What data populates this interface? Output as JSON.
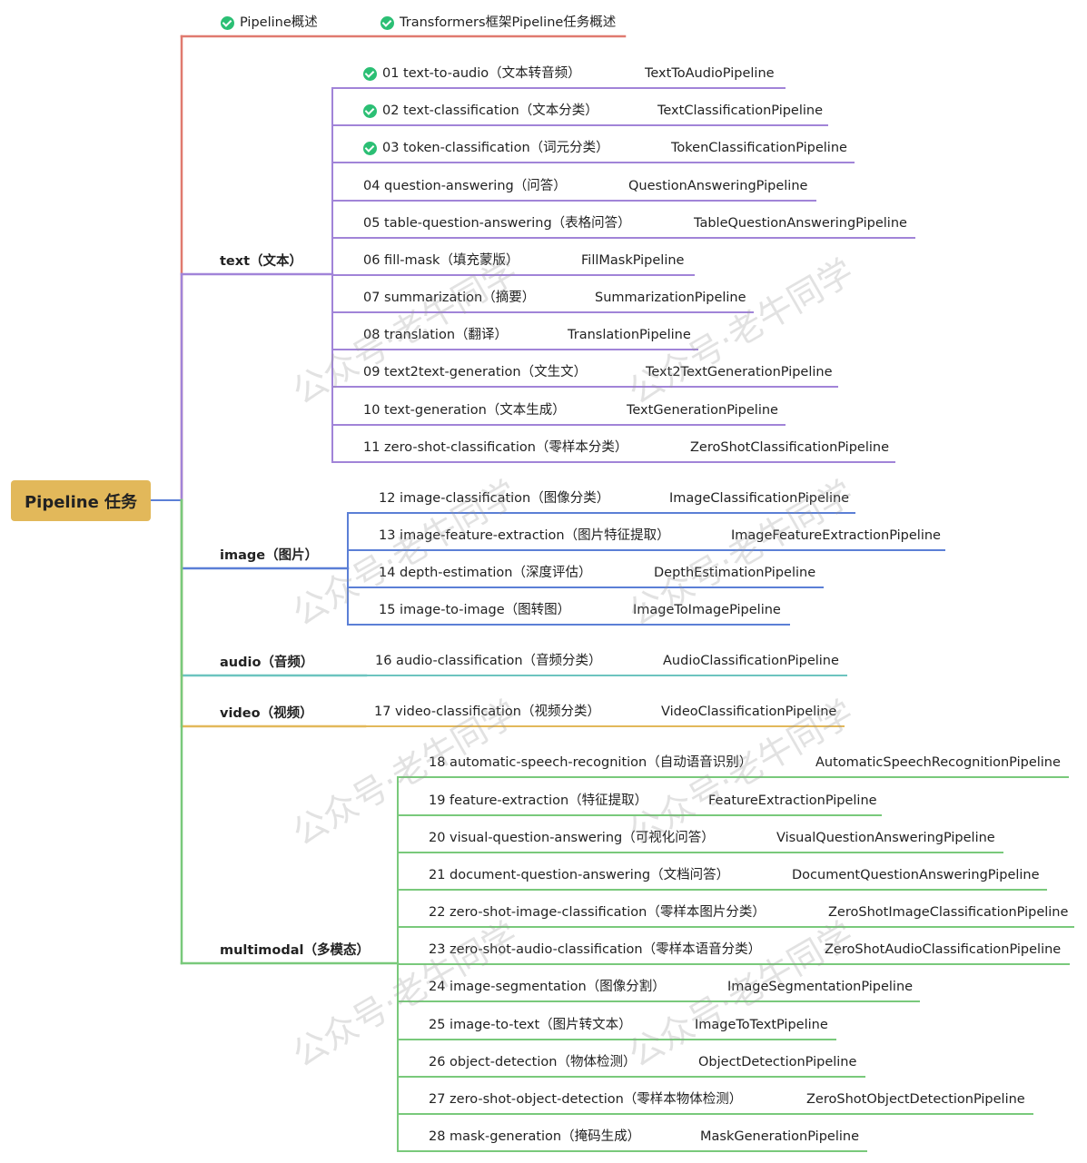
{
  "root": {
    "label": "Pipeline 任务"
  },
  "colors": {
    "root_fill": "#e2b85a",
    "root_edge": "#5b7fd6",
    "check": "#2bbf74",
    "overview": "#e07a6f",
    "text": "#a184d8",
    "image": "#5b7fd6",
    "audio": "#6cc4bf",
    "video": "#e2b85a",
    "multimodal": "#79c97b"
  },
  "watermark": "公众号·老牛同学",
  "branches": [
    {
      "id": "overview",
      "label": "",
      "items": [
        {
          "task": "Pipeline概述",
          "pipeline": "",
          "done": true
        },
        {
          "task": "Transformers框架Pipeline任务概述",
          "pipeline": "",
          "done": true
        }
      ]
    },
    {
      "id": "text",
      "label": "text（文本）",
      "items": [
        {
          "task": "01 text-to-audio（文本转音频）",
          "pipeline": "TextToAudioPipeline",
          "done": true
        },
        {
          "task": "02 text-classification（文本分类）",
          "pipeline": "TextClassificationPipeline",
          "done": true
        },
        {
          "task": "03 token-classification（词元分类）",
          "pipeline": "TokenClassificationPipeline",
          "done": true
        },
        {
          "task": "04 question-answering（问答）",
          "pipeline": "QuestionAnsweringPipeline",
          "done": false
        },
        {
          "task": "05 table-question-answering（表格问答）",
          "pipeline": "TableQuestionAnsweringPipeline",
          "done": false
        },
        {
          "task": "06 fill-mask（填充蒙版）",
          "pipeline": "FillMaskPipeline",
          "done": false
        },
        {
          "task": "07 summarization（摘要）",
          "pipeline": "SummarizationPipeline",
          "done": false
        },
        {
          "task": "08 translation（翻译）",
          "pipeline": "TranslationPipeline",
          "done": false
        },
        {
          "task": "09 text2text-generation（文生文）",
          "pipeline": "Text2TextGenerationPipeline",
          "done": false
        },
        {
          "task": "10 text-generation（文本生成）",
          "pipeline": "TextGenerationPipeline",
          "done": false
        },
        {
          "task": "11 zero-shot-classification（零样本分类）",
          "pipeline": "ZeroShotClassificationPipeline",
          "done": false
        }
      ]
    },
    {
      "id": "image",
      "label": "image（图片）",
      "items": [
        {
          "task": "12 image-classification（图像分类）",
          "pipeline": "ImageClassificationPipeline",
          "done": false
        },
        {
          "task": "13 image-feature-extraction（图片特征提取）",
          "pipeline": "ImageFeatureExtractionPipeline",
          "done": false
        },
        {
          "task": "14 depth-estimation（深度评估）",
          "pipeline": "DepthEstimationPipeline",
          "done": false
        },
        {
          "task": "15 image-to-image（图转图）",
          "pipeline": "ImageToImagePipeline",
          "done": false
        }
      ]
    },
    {
      "id": "audio",
      "label": "audio（音频）",
      "items": [
        {
          "task": "16 audio-classification（音频分类）",
          "pipeline": "AudioClassificationPipeline",
          "done": false
        }
      ]
    },
    {
      "id": "video",
      "label": "video（视频）",
      "items": [
        {
          "task": "17 video-classification（视频分类）",
          "pipeline": "VideoClassificationPipeline",
          "done": false
        }
      ]
    },
    {
      "id": "multimodal",
      "label": "multimodal（多模态）",
      "items": [
        {
          "task": "18 automatic-speech-recognition（自动语音识别）",
          "pipeline": "AutomaticSpeechRecognitionPipeline",
          "done": false
        },
        {
          "task": "19 feature-extraction（特征提取）",
          "pipeline": "FeatureExtractionPipeline",
          "done": false
        },
        {
          "task": "20 visual-question-answering（可视化问答）",
          "pipeline": "VisualQuestionAnsweringPipeline",
          "done": false
        },
        {
          "task": "21 document-question-answering（文档问答）",
          "pipeline": "DocumentQuestionAnsweringPipeline",
          "done": false
        },
        {
          "task": "22 zero-shot-image-classification（零样本图片分类）",
          "pipeline": "ZeroShotImageClassificationPipeline",
          "done": false
        },
        {
          "task": "23 zero-shot-audio-classification（零样本语音分类）",
          "pipeline": "ZeroShotAudioClassificationPipeline",
          "done": false
        },
        {
          "task": "24 image-segmentation（图像分割）",
          "pipeline": "ImageSegmentationPipeline",
          "done": false
        },
        {
          "task": "25 image-to-text（图片转文本）",
          "pipeline": "ImageToTextPipeline",
          "done": false
        },
        {
          "task": "26 object-detection（物体检测）",
          "pipeline": "ObjectDetectionPipeline",
          "done": false
        },
        {
          "task": "27 zero-shot-object-detection（零样本物体检测）",
          "pipeline": "ZeroShotObjectDetectionPipeline",
          "done": false
        },
        {
          "task": "28 mask-generation（掩码生成）",
          "pipeline": "MaskGenerationPipeline",
          "done": false
        }
      ]
    }
  ]
}
